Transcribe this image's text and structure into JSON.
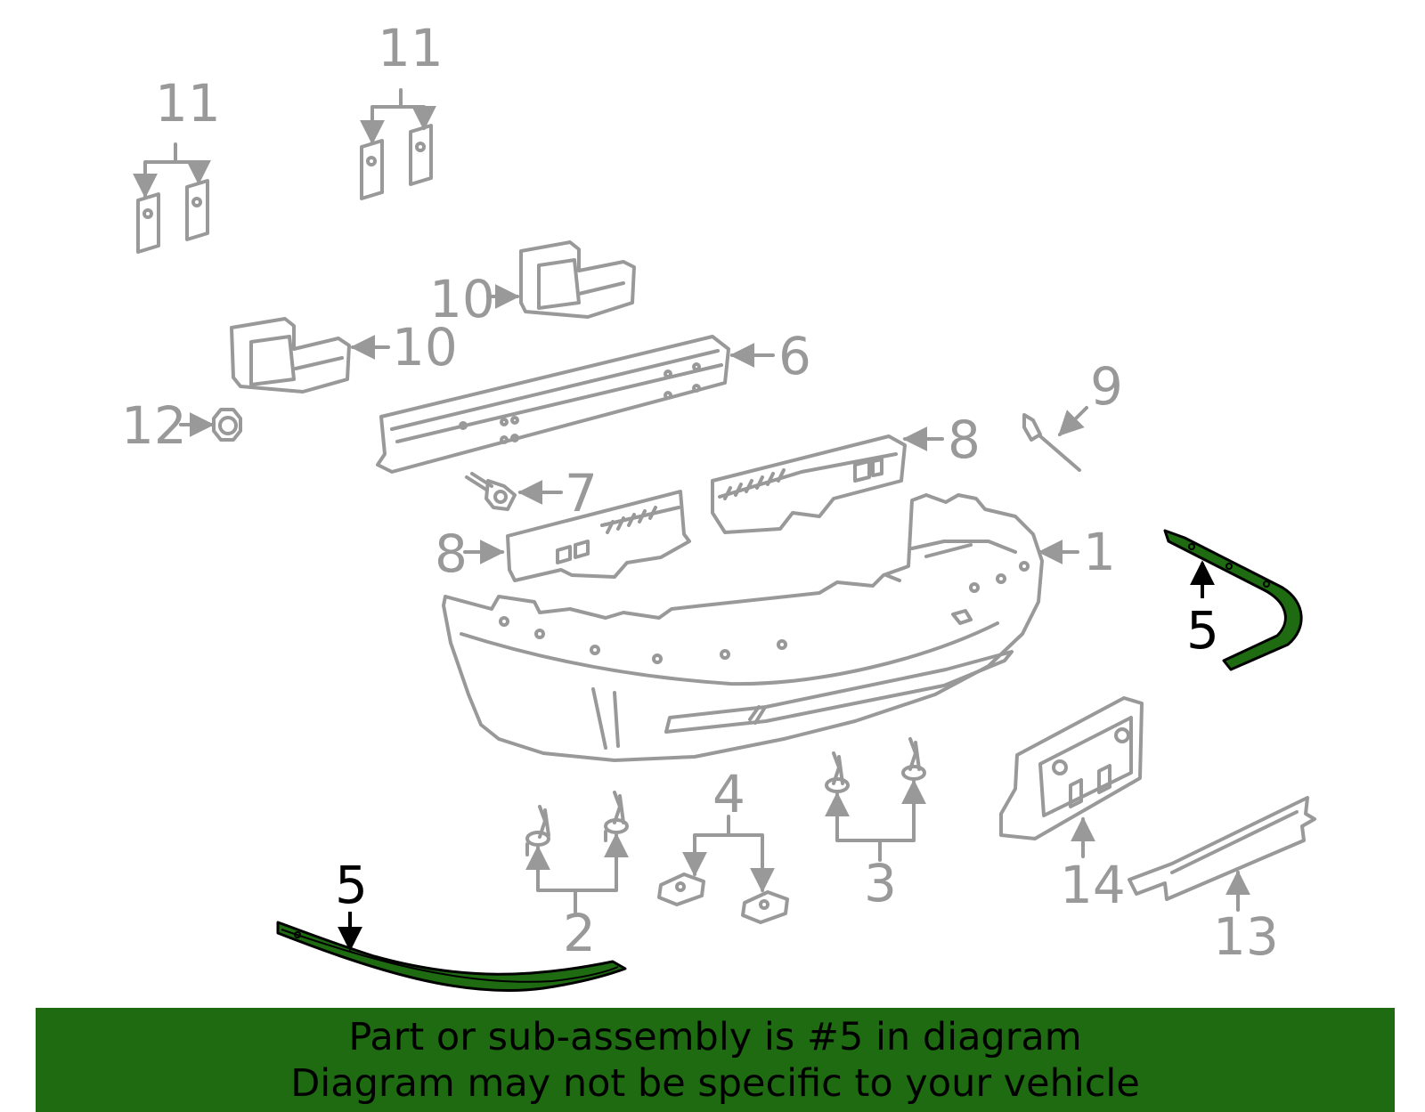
{
  "colors": {
    "part_outline": "#999999",
    "highlight_part": "#1e6b12",
    "banner_background": "#1e6b12",
    "banner_text": "#000000",
    "highlight_label": "#000000"
  },
  "callouts": {
    "label_1": "1",
    "label_2": "2",
    "label_3": "3",
    "label_4": "4",
    "label_5_left": "5",
    "label_5_right": "5",
    "label_6": "6",
    "label_7": "7",
    "label_8_upper": "8",
    "label_8_lower": "8",
    "label_9": "9",
    "label_10_upper": "10",
    "label_10_lower": "10",
    "label_11_left": "11",
    "label_11_right": "11",
    "label_12": "12",
    "label_13": "13",
    "label_14": "14"
  },
  "banner": {
    "line1": "Part or sub-assembly is #5 in diagram",
    "line2": "Diagram may not be specific to your vehicle"
  }
}
